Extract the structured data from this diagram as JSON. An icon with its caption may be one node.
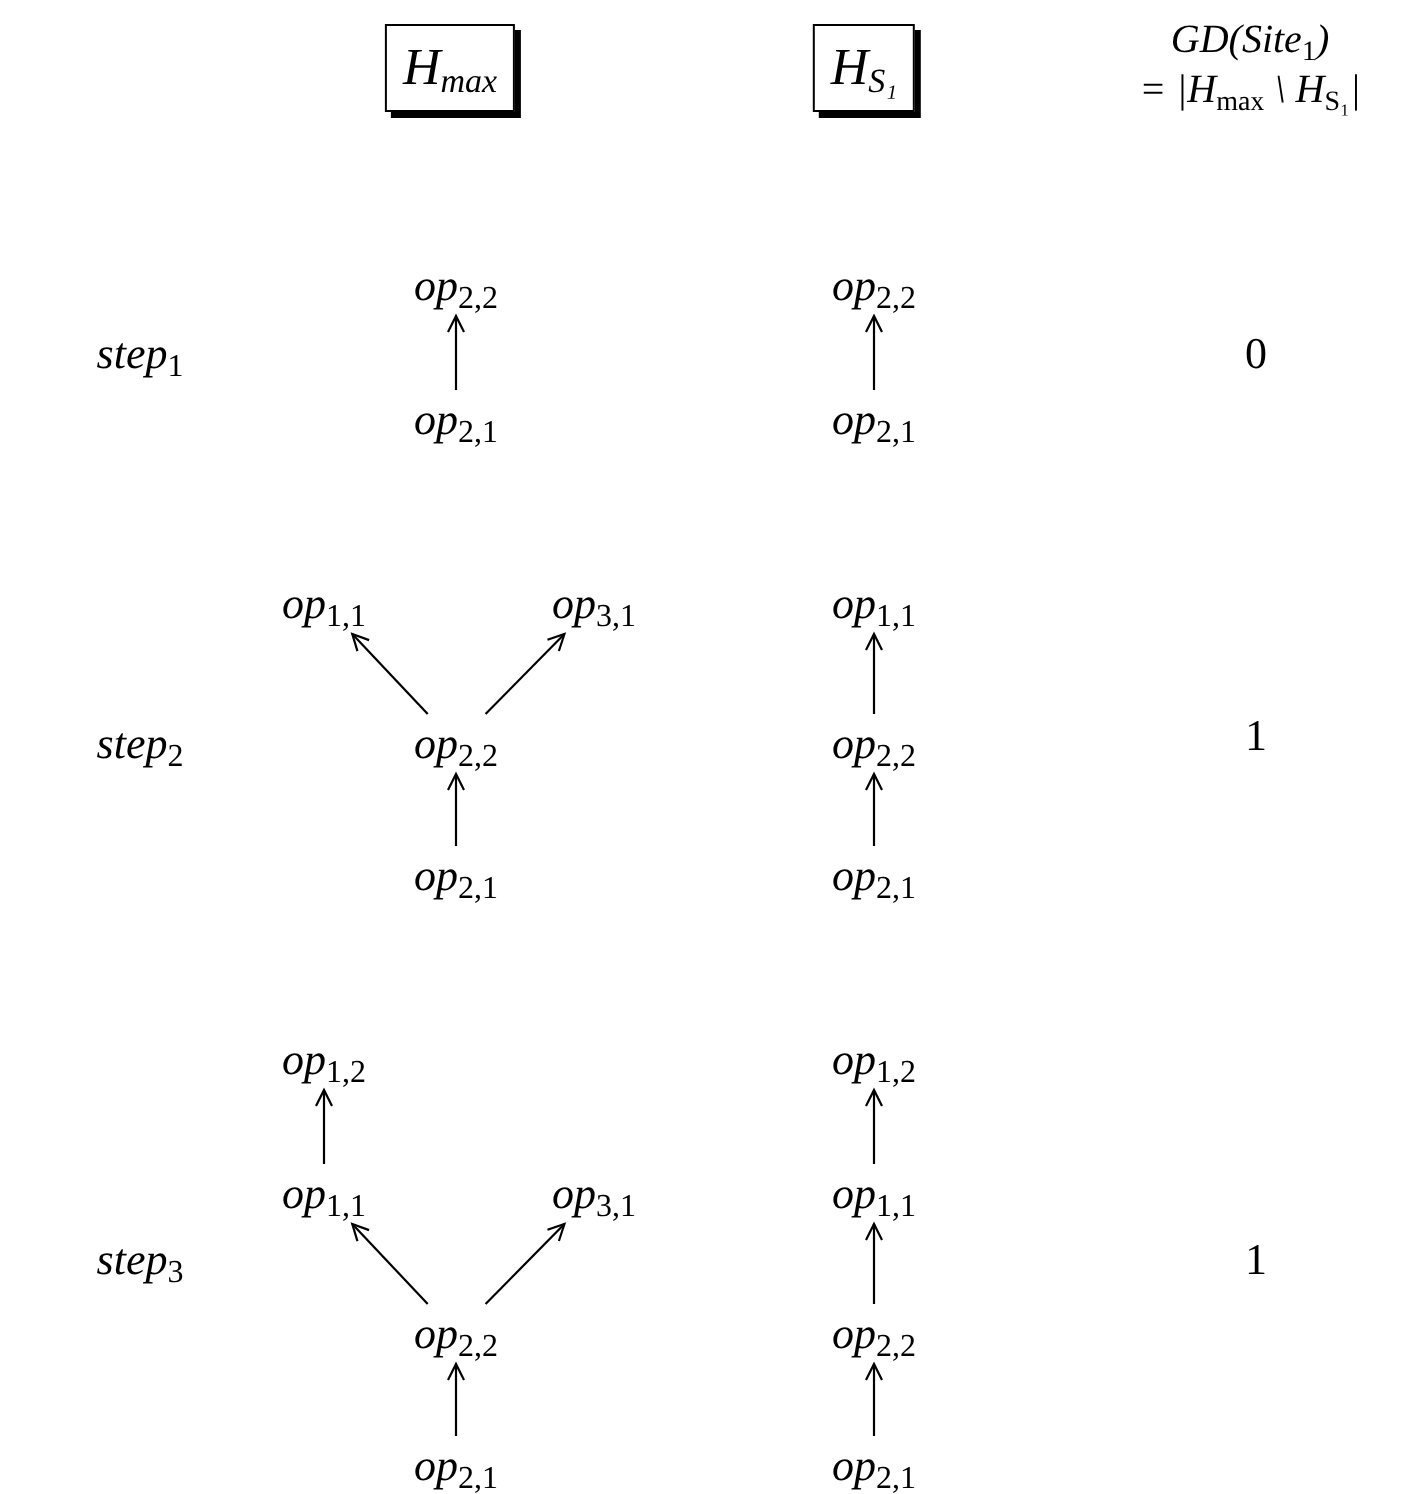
{
  "diagram": {
    "nodes": [
      {
        "text": [
          "H$_{max}$"
        ]
      },
      {
        "text": [
          "H$_{S₁}$"
        ]
      },
      {
        "text": [
          "op$_{2,2}$"
        ]
      },
      {
        "text": [
          "op$_{2,2}$"
        ]
      },
      {
        "text": [
          "op$_{2,1}$"
        ]
      },
      {
        "text": [
          "op$_{2,1}$"
        ]
      },
      {
        "text": [
          "op$_{1,1}$"
        ]
      },
      {
        "text": [
          "op$_{3,1}$"
        ]
      },
      {
        "text": [
          "op$_{1,1}$"
        ]
      },
      {
        "text": [
          "op$_{2,2}$"
        ]
      },
      {
        "text": [
          "op$_{2,2}$"
        ]
      },
      {
        "text": [
          "op$_{2,1}$"
        ]
      },
      {
        "text": [
          "op$_{2,1}$"
        ]
      },
      {
        "text": [
          "op$_{1,2}$"
        ]
      },
      {
        "text": [
          "op$_{1,2}$"
        ]
      },
      {
        "text": [
          "op$_{1,1}$"
        ]
      },
      {
        "text": [
          "op$_{3,1}$"
        ]
      },
      {
        "text": [
          "op$_{1,1}$"
        ]
      },
      {
        "text": [
          "op$_{2,2}$"
        ]
      },
      {
        "text": [
          "op$_{2,2}$"
        ]
      },
      {
        "text": [
          "op$_{2,1}$"
        ]
      },
      {
        "text": [
          "op$_{2,1}$"
        ]
      }
    ],
    "edges": [
      {
        "from": 4,
        "to": 2,
        "arrow": "to"
      },
      {
        "from": 5,
        "to": 3,
        "arrow": "to"
      },
      {
        "from": 9,
        "to": 6,
        "arrow": "to"
      },
      {
        "from": 9,
        "to": 7,
        "arrow": "to"
      },
      {
        "from": 11,
        "to": 9,
        "arrow": "to"
      },
      {
        "from": 10,
        "to": 8,
        "arrow": "to"
      },
      {
        "from": 12,
        "to": 10,
        "arrow": "to"
      },
      {
        "from": 15,
        "to": 13,
        "arrow": "to"
      },
      {
        "from": 18,
        "to": 15,
        "arrow": "to"
      },
      {
        "from": 18,
        "to": 16,
        "arrow": "to"
      },
      {
        "from": 20,
        "to": 18,
        "arrow": "to"
      },
      {
        "from": 17,
        "to": 14,
        "arrow": "to"
      },
      {
        "from": 19,
        "to": 17,
        "arrow": "to"
      },
      {
        "from": 21,
        "to": 19,
        "arrow": "to"
      }
    ],
    "labels": [
      "GD(Site$_{1}$)",
      "= |H$_{max}$ \\ H$_{S₁}$|",
      "step$_{1}$",
      "0",
      "step$_{2}$",
      "1",
      "step$_{3}$",
      "1"
    ]
  }
}
